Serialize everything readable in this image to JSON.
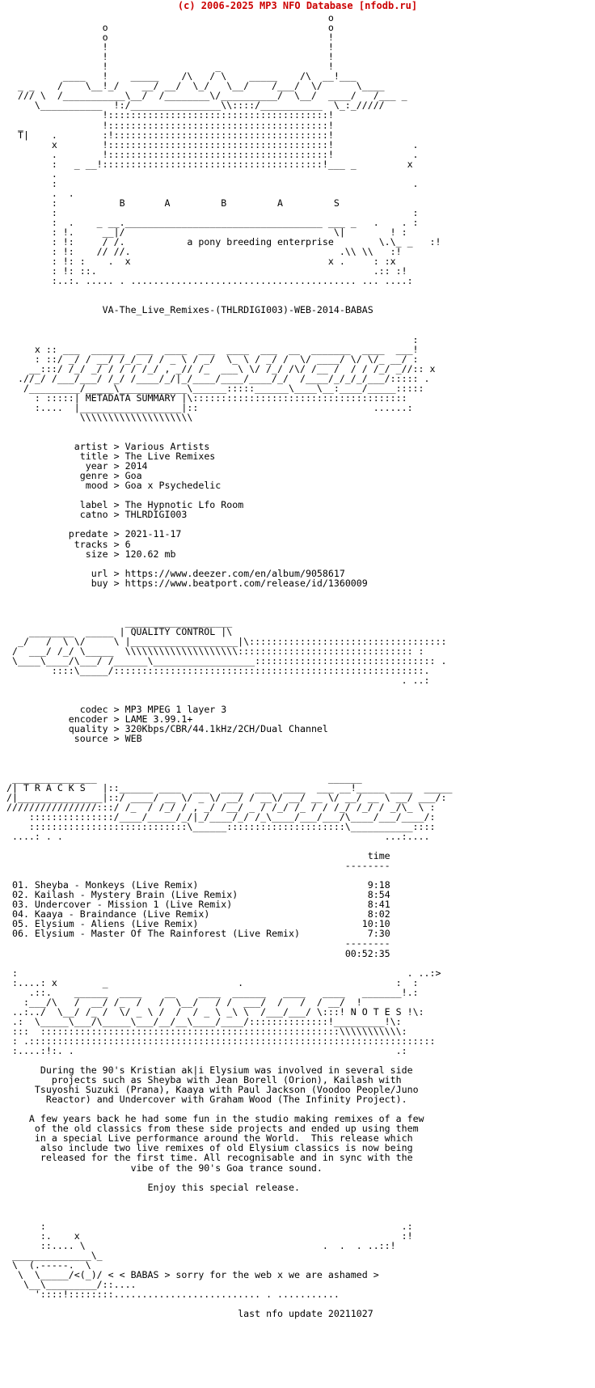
{
  "credit": "(c) 2006-2025 MP3 NFO Database [nfodb.ru]",
  "banner": {
    "letters": "B       A         B         A         S",
    "tagline": "a pony breeding enterprise"
  },
  "release_name": "VA-The_Live_Remixes-(THLRDIGI003)-WEB-2014-BABAS",
  "sections": {
    "metadata": "METADATA SUMMARY",
    "quality": "QUALITY CONTROL",
    "tracks": "T R A C K S",
    "notes": "N O T E S"
  },
  "metadata": [
    {
      "key": "artist",
      "value": "Various Artists"
    },
    {
      "key": "title",
      "value": "The Live Remixes"
    },
    {
      "key": "year",
      "value": "2014"
    },
    {
      "key": "genre",
      "value": "Goa"
    },
    {
      "key": "mood",
      "value": "Goa x Psychedelic"
    },
    {
      "key": "label",
      "value": "The Hypnotic Lfo Room"
    },
    {
      "key": "catno",
      "value": "THLRDIGI003"
    },
    {
      "key": "predate",
      "value": "2021-11-17"
    },
    {
      "key": "tracks",
      "value": "6"
    },
    {
      "key": "size",
      "value": "120.62 mb"
    },
    {
      "key": "url",
      "value": "https://www.deezer.com/en/album/9058617"
    },
    {
      "key": "buy",
      "value": "https://www.beatport.com/release/id/1360009"
    }
  ],
  "quality": [
    {
      "key": "codec",
      "value": "MP3 MPEG 1 layer 3"
    },
    {
      "key": "encoder",
      "value": "LAME 3.99.1+"
    },
    {
      "key": "quality",
      "value": "320Kbps/CBR/44.1kHz/2CH/Dual Channel"
    },
    {
      "key": "source",
      "value": "WEB"
    }
  ],
  "tracklist": {
    "time_header": "time",
    "tracks": [
      {
        "num": "01.",
        "title": "Sheyba - Monkeys (Live Remix)",
        "time": "9:18"
      },
      {
        "num": "02.",
        "title": "Kailash - Mystery Brain (Live Remix)",
        "time": "8:54"
      },
      {
        "num": "03.",
        "title": "Undercover - Mission 1 (Live Remix)",
        "time": "8:41"
      },
      {
        "num": "04.",
        "title": "Kaaya - Braindance (Live Remix)",
        "time": "8:02"
      },
      {
        "num": "05.",
        "title": "Elysium - Aliens (Live Remix)",
        "time": "10:10"
      },
      {
        "num": "06.",
        "title": "Elysium - Master Of The Rainforest (Live Remix)",
        "time": "7:30"
      }
    ],
    "total": "00:52:35"
  },
  "notes": {
    "paragraphs": [
      [
        "During the 90's Kristian ak|i Elysium was involved in several side",
        "projects such as Sheyba with Jean Borell (Orion), Kailash with",
        "Tsuyoshi Suzuki (Prana), Kaaya with Paul Jackson (Voodoo People/Juno",
        "Reactor) and Undercover with Graham Wood (The Infinity Project)."
      ],
      [
        "A few years back he had some fun in the studio making remixes of a few",
        "of the old classics from these side projects and ended up using them",
        "in a special Live performance around the World.  This release which",
        "also include two live remixes of old Elysium classics is now being",
        "released for the first time. All recognisable and in sync with the",
        "vibe of the 90's Goa trance sound."
      ],
      [
        "Enjoy this special release."
      ]
    ]
  },
  "footer": {
    "message": "< BABAS > sorry for the web x we are ashamed >",
    "last_update": "last nfo update 20211027"
  }
}
